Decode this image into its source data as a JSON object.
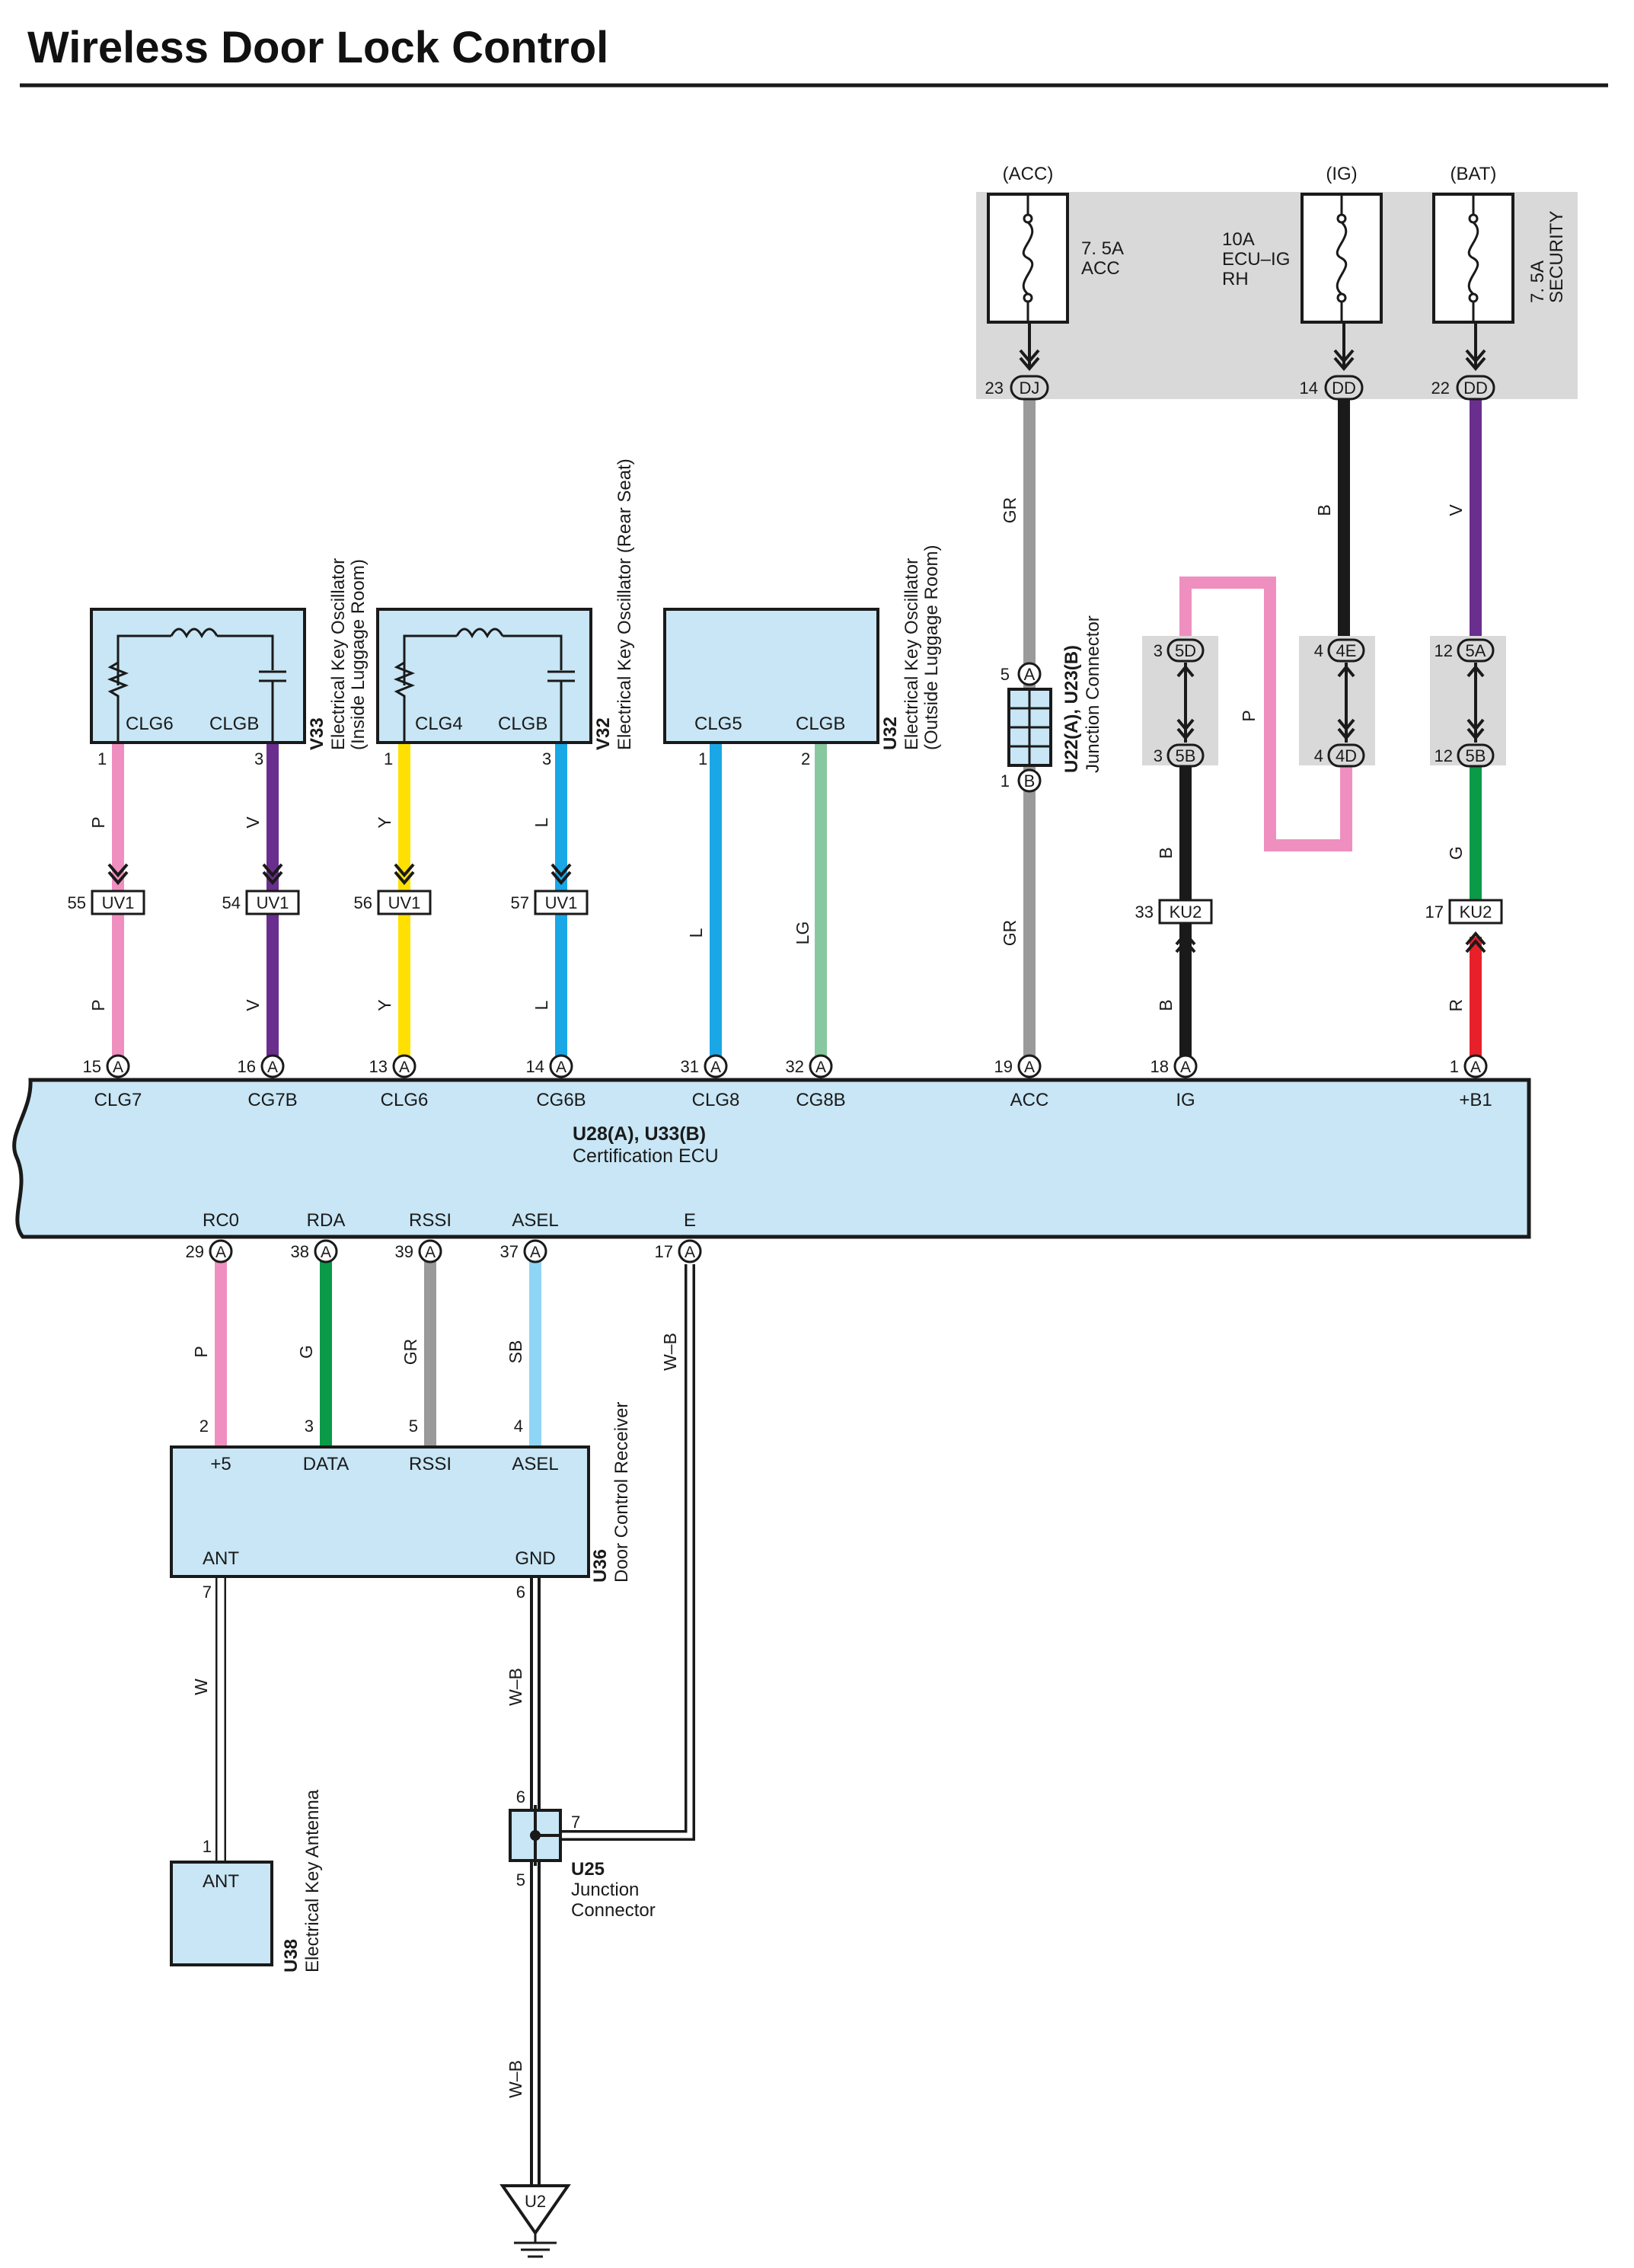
{
  "title": "Wireless Door Lock Control",
  "colors": {
    "component_fill": "#c8e6f5",
    "fuse_panel": "#d9d9d9",
    "pink": "#ef8fbf",
    "violet": "#6a2e8e",
    "yellow": "#ffe000",
    "blue": "#1aa7e6",
    "light_green": "#87c89e",
    "gray": "#9a9a9a",
    "black": "#1a1a1a",
    "green": "#0a9a48",
    "red": "#e8202a",
    "sky_blue": "#8fd5f5"
  },
  "fuses": {
    "acc": {
      "header": "(ACC)",
      "line1": "7. 5A",
      "line2": "ACC",
      "line3": "",
      "pin": "23",
      "connector": "DJ"
    },
    "ig": {
      "header": "(IG)",
      "line1": "10A",
      "line2": "ECU–IG",
      "line3": "RH",
      "pin": "14",
      "connector": "DD"
    },
    "bat": {
      "header": "(BAT)",
      "line1": "7. 5A",
      "line2": "SECURITY",
      "line3": "",
      "pin": "22",
      "connector": "DD"
    }
  },
  "oscillators": {
    "v33": {
      "id": "V33",
      "name": "Electrical Key Oscillator",
      "sub": "(Inside Luggage Room)",
      "pin_a": "CLG6",
      "pin_b": "CLGB",
      "num_a": "1",
      "num_b": "3"
    },
    "v32": {
      "id": "V32",
      "name": "Electrical Key Oscillator (Rear Seat)",
      "pin_a": "CLG4",
      "pin_b": "CLGB",
      "num_a": "1",
      "num_b": "3"
    },
    "u32": {
      "id": "U32",
      "name": "Electrical Key Oscillator",
      "sub": "(Outside Luggage Room)",
      "pin_a": "CLG5",
      "pin_b": "CLGB",
      "num_a": "1",
      "num_b": "2"
    }
  },
  "junction_u22": {
    "id": "U22(A), U23(B)",
    "name": "Junction Connector",
    "pin_top": "5",
    "conn_top": "A",
    "pin_bottom": "1",
    "conn_bottom": "B"
  },
  "ig_junctions": {
    "j5d": {
      "pin": "3",
      "label": "5D"
    },
    "j5b_ig": {
      "pin": "3",
      "label": "5B"
    },
    "j4e": {
      "pin": "4",
      "label": "4E"
    },
    "j4d": {
      "pin": "4",
      "label": "4D"
    },
    "j5a": {
      "pin": "12",
      "label": "5A"
    },
    "j5b_bat": {
      "pin": "12",
      "label": "5B"
    }
  },
  "uv1_connectors": [
    {
      "pin": "55",
      "label": "UV1"
    },
    {
      "pin": "54",
      "label": "UV1"
    },
    {
      "pin": "56",
      "label": "UV1"
    },
    {
      "pin": "57",
      "label": "UV1"
    }
  ],
  "ku2_connectors": [
    {
      "pin": "33",
      "label": "KU2"
    },
    {
      "pin": "17",
      "label": "KU2"
    }
  ],
  "wire_colors": {
    "w_v33_1": "P",
    "w_v33_3": "V",
    "w_v32_1": "Y",
    "w_v32_3": "L",
    "w_uv1_55": "P",
    "w_uv1_54": "V",
    "w_uv1_56": "Y",
    "w_uv1_57": "L",
    "w_u32_1": "L",
    "w_u32_2": "LG",
    "w_acc_top": "GR",
    "w_acc_bot": "GR",
    "w_ig_top": "B",
    "w_ig_p": "P",
    "w_ig_mid": "B",
    "w_ig_bot": "B",
    "w_bat_top": "V",
    "w_bat_mid": "G",
    "w_bat_bot": "R",
    "w_rc0": "P",
    "w_rda": "G",
    "w_rssi": "GR",
    "w_asel": "SB",
    "w_e": "W–B",
    "w_ant": "W",
    "w_gnd": "W–B",
    "w_gnd2": "W–B"
  },
  "ecu": {
    "id": "U28(A), U33(B)",
    "name": "Certification ECU",
    "top_pins": [
      {
        "num": "15",
        "conn": "A",
        "label": "CLG7"
      },
      {
        "num": "16",
        "conn": "A",
        "label": "CG7B"
      },
      {
        "num": "13",
        "conn": "A",
        "label": "CLG6"
      },
      {
        "num": "14",
        "conn": "A",
        "label": "CG6B"
      },
      {
        "num": "31",
        "conn": "A",
        "label": "CLG8"
      },
      {
        "num": "32",
        "conn": "A",
        "label": "CG8B"
      },
      {
        "num": "19",
        "conn": "A",
        "label": "ACC"
      },
      {
        "num": "18",
        "conn": "A",
        "label": "IG"
      },
      {
        "num": "1",
        "conn": "A",
        "label": "+B1"
      }
    ],
    "bottom_pins": [
      {
        "num": "29",
        "conn": "A",
        "label": "RC0"
      },
      {
        "num": "38",
        "conn": "A",
        "label": "RDA"
      },
      {
        "num": "39",
        "conn": "A",
        "label": "RSSI"
      },
      {
        "num": "37",
        "conn": "A",
        "label": "ASEL"
      },
      {
        "num": "17",
        "conn": "A",
        "label": "E"
      }
    ]
  },
  "receiver": {
    "id": "U36",
    "name": "Door Control Receiver",
    "pins_top": [
      {
        "num": "2",
        "label": "+5"
      },
      {
        "num": "3",
        "label": "DATA"
      },
      {
        "num": "5",
        "label": "RSSI"
      },
      {
        "num": "4",
        "label": "ASEL"
      }
    ],
    "ant_label": "ANT",
    "ant_num": "7",
    "gnd_label": "GND",
    "gnd_num": "6"
  },
  "antenna": {
    "id": "U38",
    "name": "Electrical Key Antenna",
    "label": "ANT",
    "pin": "1"
  },
  "junction_u25": {
    "id": "U25",
    "line1": "Junction",
    "line2": "Connector",
    "pin_top": "6",
    "pin_right": "7",
    "pin_bottom": "5"
  },
  "ground": {
    "label": "U2"
  }
}
